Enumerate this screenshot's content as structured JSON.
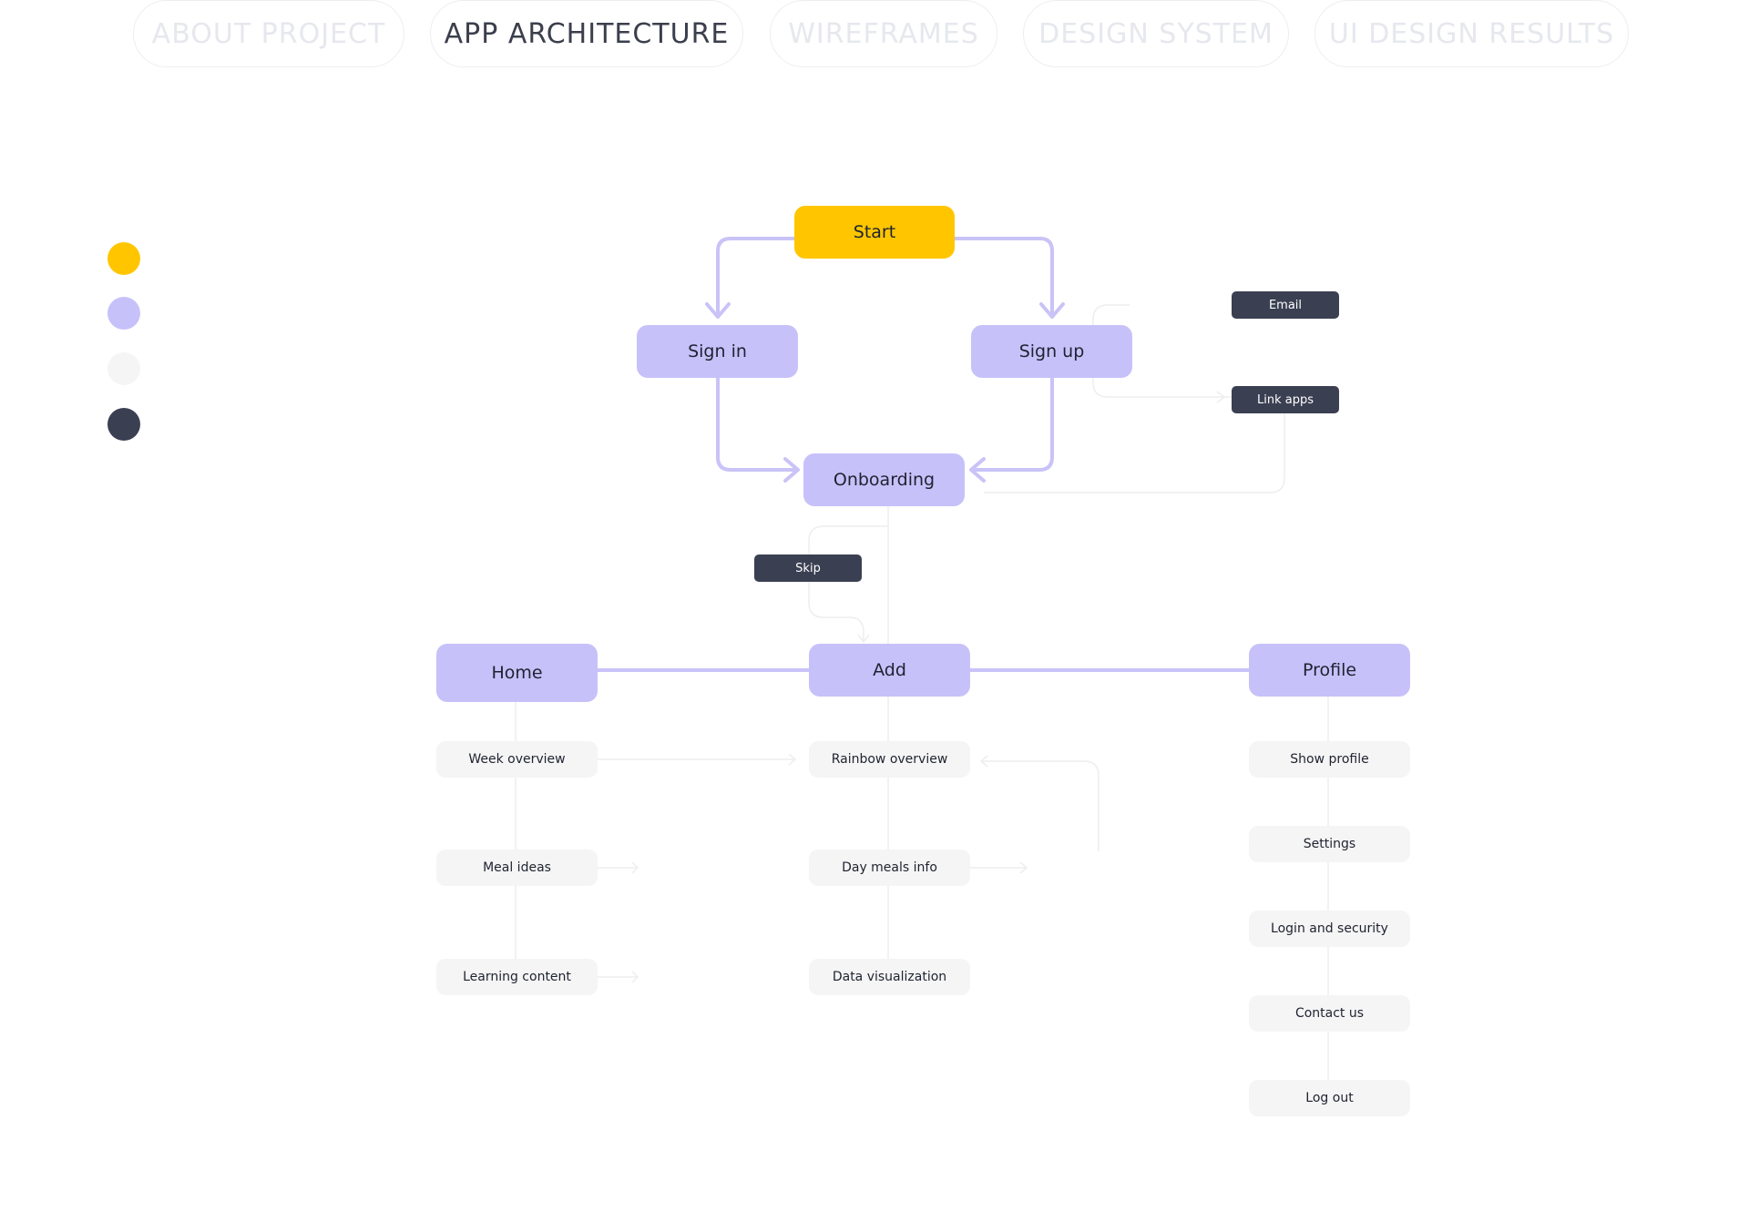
{
  "colors": {
    "yellow": "#ffc600",
    "lavender": "#c7c1fa",
    "light_gray": "#f5f5f5",
    "dark_navy": "#3b3f52",
    "connector": "#c9c3f7",
    "thin_connector": "#eeeeee"
  },
  "tabs": [
    {
      "label": "ABOUT PROJECT",
      "active": false
    },
    {
      "label": "APP ARCHITECTURE",
      "active": true
    },
    {
      "label": "WIREFRAMES",
      "active": false
    },
    {
      "label": "DESIGN SYSTEM",
      "active": false
    },
    {
      "label": "UI DESIGN RESULTS",
      "active": false
    }
  ],
  "diagram": {
    "start": "Start",
    "sign_in": "Sign in",
    "sign_up": "Sign up",
    "onboarding": "Onboarding",
    "email": "Email",
    "link_apps": "Link apps",
    "skip": "Skip",
    "home": "Home",
    "add": "Add",
    "profile": "Profile",
    "home_items": [
      "Week overview",
      "Meal ideas",
      "Learning content"
    ],
    "add_items": [
      "Rainbow overview",
      "Day meals info",
      "Data visualization"
    ],
    "profile_items": [
      "Show profile",
      "Settings",
      "Login and security",
      "Contact us",
      "Log out"
    ]
  }
}
